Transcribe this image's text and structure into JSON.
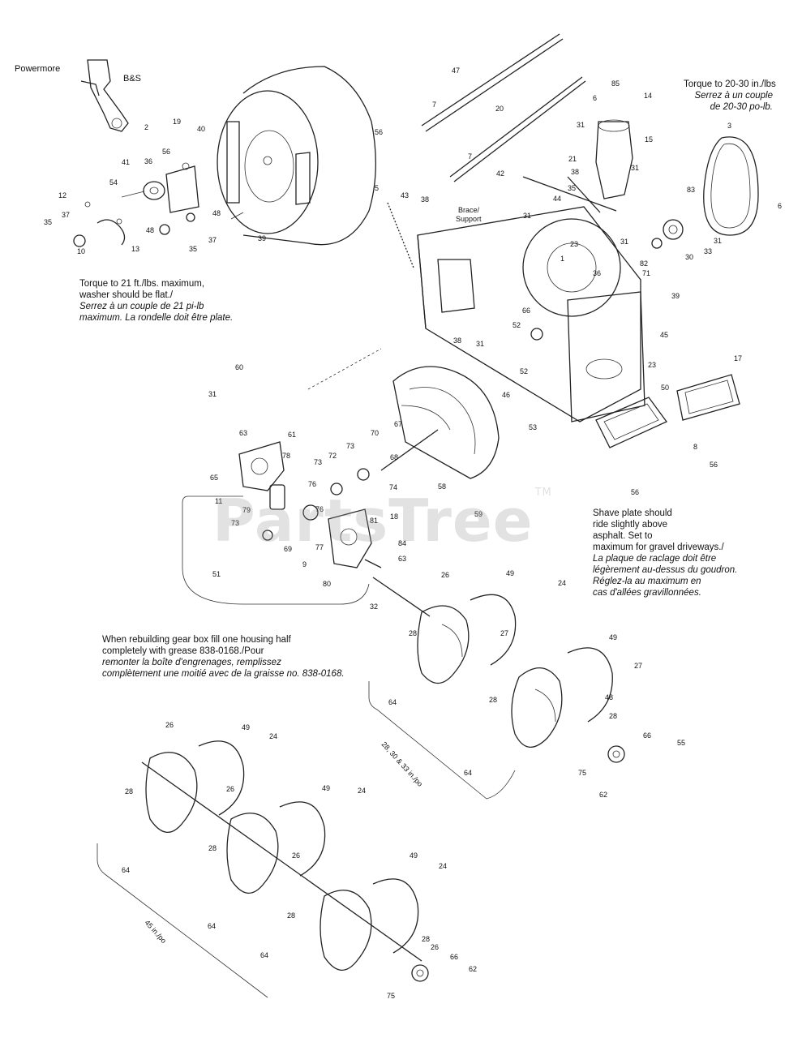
{
  "notes": {
    "engine_torque": [
      {
        "text": "Torque to 21 ft./lbs. maximum,",
        "italic": false
      },
      {
        "text": "washer should be flat./",
        "italic": false
      },
      {
        "text": "Serrez à un couple de 21 pi-lb",
        "italic": true
      },
      {
        "text": "maximum. La rondelle doit être plate.",
        "italic": true
      }
    ],
    "chute_torque": [
      {
        "text": "Torque to 20-30 in./lbs",
        "italic": false
      },
      {
        "text": "Serrez à un couple",
        "italic": true
      },
      {
        "text": "de 20-30 po-lb.",
        "italic": true
      }
    ],
    "shave_plate": [
      {
        "text": "Shave plate should",
        "italic": false
      },
      {
        "text": "ride slightly above",
        "italic": false
      },
      {
        "text": "asphalt. Set to",
        "italic": false
      },
      {
        "text": "maximum for gravel driveways./",
        "italic": false
      },
      {
        "text": "La plaque de raclage doit être",
        "italic": true
      },
      {
        "text": "légèrement au-dessus du goudron.",
        "italic": true
      },
      {
        "text": "Réglez-la au maximum en",
        "italic": true
      },
      {
        "text": "cas d'allées gravillonnées.",
        "italic": true
      }
    ],
    "gearbox": [
      {
        "text": "When rebuilding gear box fill one housing half",
        "italic": false
      },
      {
        "text": "completely with grease 838-0168./Pour",
        "italic": false
      },
      {
        "text": "remonter la boîte d'engrenages, remplissez",
        "italic": true
      },
      {
        "text": "complètement une moitié avec de la graisse no. 838-0168.",
        "italic": true
      }
    ]
  },
  "group_labels": {
    "small_auger": "28, 30 & 33 in./po",
    "large_auger": "45 in./po",
    "brace_support": [
      "Brace/",
      "Support"
    ],
    "powermore": "Powermore",
    "bs": "B&S"
  },
  "watermark": {
    "text": "PartsTree",
    "mark": "TM"
  },
  "callouts": [
    {
      "n": "2"
    },
    {
      "n": "19"
    },
    {
      "n": "40"
    },
    {
      "n": "56"
    },
    {
      "n": "41"
    },
    {
      "n": "36"
    },
    {
      "n": "54"
    },
    {
      "n": "12"
    },
    {
      "n": "37"
    },
    {
      "n": "35"
    },
    {
      "n": "10"
    },
    {
      "n": "13"
    },
    {
      "n": "48"
    },
    {
      "n": "35"
    },
    {
      "n": "37"
    },
    {
      "n": "48"
    },
    {
      "n": "39"
    },
    {
      "n": "56"
    },
    {
      "n": "5"
    },
    {
      "n": "47"
    },
    {
      "n": "7"
    },
    {
      "n": "20"
    },
    {
      "n": "7"
    },
    {
      "n": "43"
    },
    {
      "n": "38"
    },
    {
      "n": "31"
    },
    {
      "n": "23"
    },
    {
      "n": "1"
    },
    {
      "n": "36"
    },
    {
      "n": "44"
    },
    {
      "n": "42"
    },
    {
      "n": "6"
    },
    {
      "n": "85"
    },
    {
      "n": "14"
    },
    {
      "n": "31"
    },
    {
      "n": "15"
    },
    {
      "n": "21"
    },
    {
      "n": "38"
    },
    {
      "n": "31"
    },
    {
      "n": "35"
    },
    {
      "n": "31"
    },
    {
      "n": "3"
    },
    {
      "n": "83"
    },
    {
      "n": "6"
    },
    {
      "n": "31"
    },
    {
      "n": "33"
    },
    {
      "n": "30"
    },
    {
      "n": "82"
    },
    {
      "n": "71"
    },
    {
      "n": "39"
    },
    {
      "n": "45"
    },
    {
      "n": "66"
    },
    {
      "n": "52"
    },
    {
      "n": "38"
    },
    {
      "n": "31"
    },
    {
      "n": "52"
    },
    {
      "n": "46"
    },
    {
      "n": "53"
    },
    {
      "n": "23"
    },
    {
      "n": "50"
    },
    {
      "n": "17"
    },
    {
      "n": "8"
    },
    {
      "n": "56"
    },
    {
      "n": "56"
    },
    {
      "n": "60"
    },
    {
      "n": "31"
    },
    {
      "n": "63"
    },
    {
      "n": "61"
    },
    {
      "n": "67"
    },
    {
      "n": "70"
    },
    {
      "n": "72"
    },
    {
      "n": "73"
    },
    {
      "n": "78"
    },
    {
      "n": "65"
    },
    {
      "n": "73"
    },
    {
      "n": "74"
    },
    {
      "n": "11"
    },
    {
      "n": "76"
    },
    {
      "n": "68"
    },
    {
      "n": "58"
    },
    {
      "n": "59"
    },
    {
      "n": "79"
    },
    {
      "n": "73"
    },
    {
      "n": "76"
    },
    {
      "n": "81"
    },
    {
      "n": "18"
    },
    {
      "n": "77"
    },
    {
      "n": "69"
    },
    {
      "n": "9"
    },
    {
      "n": "84"
    },
    {
      "n": "51"
    },
    {
      "n": "80"
    },
    {
      "n": "63"
    },
    {
      "n": "32"
    },
    {
      "n": "26"
    },
    {
      "n": "49"
    },
    {
      "n": "24"
    },
    {
      "n": "28"
    },
    {
      "n": "27"
    },
    {
      "n": "64"
    },
    {
      "n": "28"
    },
    {
      "n": "49"
    },
    {
      "n": "27"
    },
    {
      "n": "48"
    },
    {
      "n": "28"
    },
    {
      "n": "66"
    },
    {
      "n": "55"
    },
    {
      "n": "64"
    },
    {
      "n": "75"
    },
    {
      "n": "62"
    },
    {
      "n": "26"
    },
    {
      "n": "49"
    },
    {
      "n": "24"
    },
    {
      "n": "28"
    },
    {
      "n": "26"
    },
    {
      "n": "49"
    },
    {
      "n": "24"
    },
    {
      "n": "28"
    },
    {
      "n": "64"
    },
    {
      "n": "26"
    },
    {
      "n": "64"
    },
    {
      "n": "28"
    },
    {
      "n": "49"
    },
    {
      "n": "24"
    },
    {
      "n": "28"
    },
    {
      "n": "26"
    },
    {
      "n": "66"
    },
    {
      "n": "62"
    },
    {
      "n": "64"
    },
    {
      "n": "75"
    }
  ]
}
